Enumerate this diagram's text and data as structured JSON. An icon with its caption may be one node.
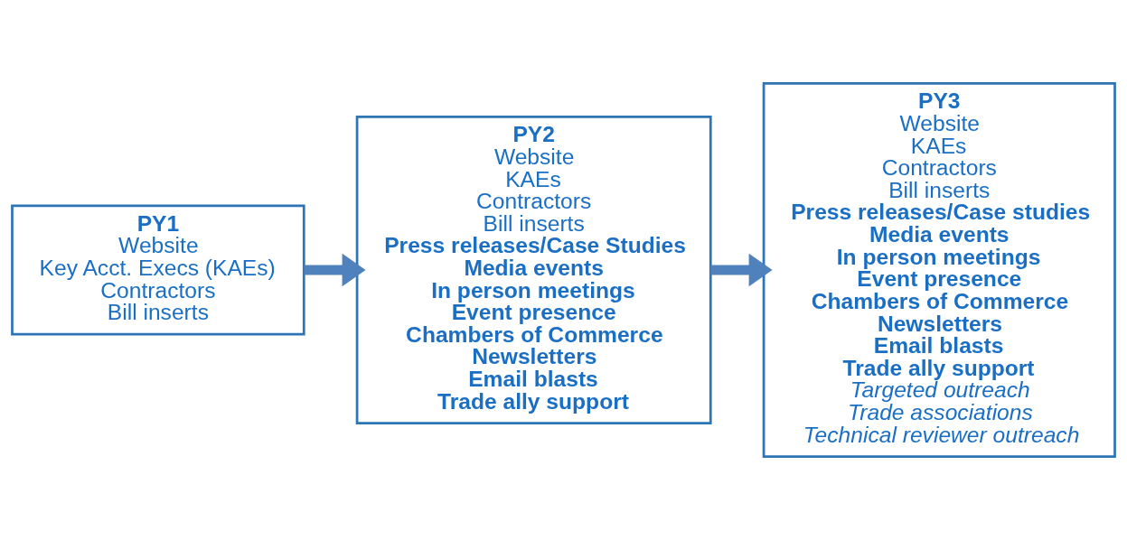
{
  "diagram": {
    "nodes": [
      {
        "text": [
          "PY1",
          "Website",
          "Key Acct. Execs (KAEs)",
          "Contractors",
          "Bill inserts"
        ]
      },
      {
        "text": [
          "PY2",
          "Website",
          "KAEs",
          "Contractors",
          "Bill inserts",
          "Press releases/Case Studies",
          "Media events",
          "In person meetings",
          "Event presence",
          "Chambers of Commerce",
          "Newsletters",
          "Email blasts",
          "Trade ally support"
        ]
      },
      {
        "text": [
          "PY3",
          "Website",
          "KAEs",
          "Contractors",
          "Bill inserts",
          "Press releases/Case studies",
          "Media events",
          "In person meetings",
          "Event presence",
          "Chambers of Commerce",
          "Newsletters",
          "Email blasts",
          "Trade ally support",
          "Targeted outreach",
          "Trade associations",
          "Technical reviewer outreach"
        ]
      }
    ],
    "edges": [
      {
        "from": 0,
        "to": 1,
        "arrow": "to"
      },
      {
        "from": 1,
        "to": 2,
        "arrow": "to"
      }
    ]
  }
}
